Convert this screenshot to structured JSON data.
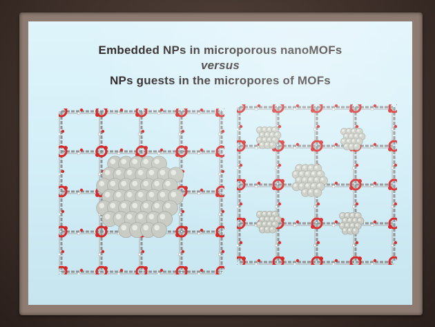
{
  "slide": {
    "title_line_1": "Embedded NPs in microporous nanoMOFs",
    "title_line_2": "versus",
    "title_line_3": "NPs guests in the micropores of MOFs"
  },
  "colors": {
    "screen_background": "#d6f0f8",
    "title_text": "#2b2323",
    "framework_bonds": "#8a8a8a",
    "framework_oxygen": "#d42a2a",
    "nanoparticle": "#c9ccc4",
    "wall": "#3c2d27",
    "bezel": "#8e7c72"
  },
  "images": {
    "left": "embedded-nanoparticle-in-mof-lattice",
    "right": "guest-nanoparticles-in-mof-pores"
  }
}
